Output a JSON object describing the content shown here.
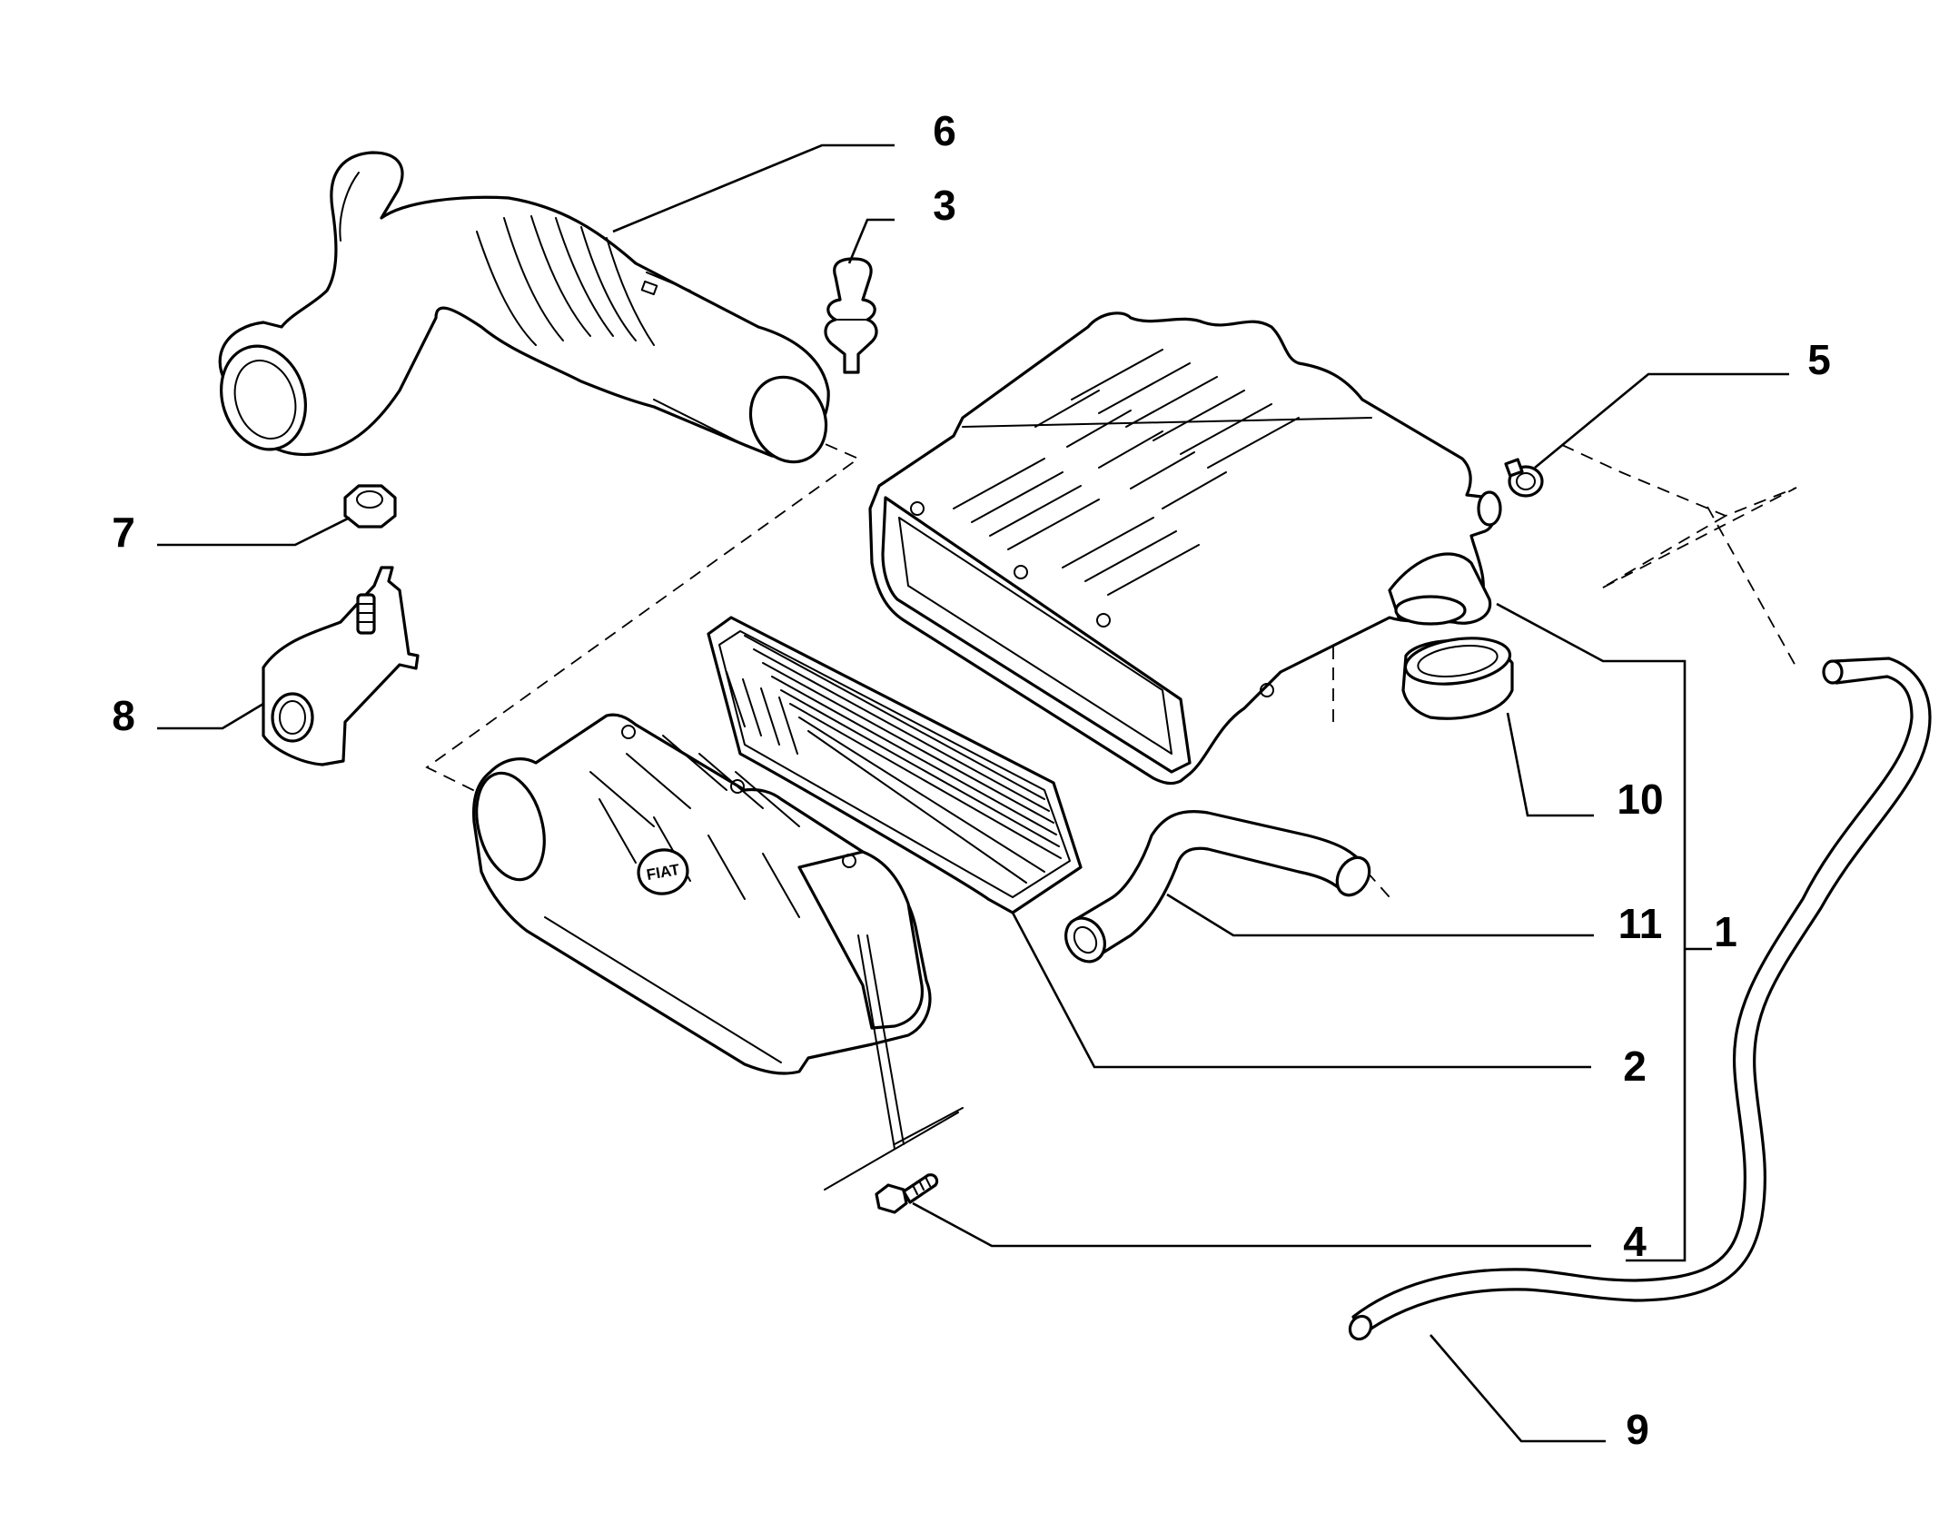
{
  "diagram": {
    "callouts": [
      {
        "id": "c6",
        "label": "6"
      },
      {
        "id": "c3",
        "label": "3"
      },
      {
        "id": "c5",
        "label": "5"
      },
      {
        "id": "c7",
        "label": "7"
      },
      {
        "id": "c8",
        "label": "8"
      },
      {
        "id": "c10",
        "label": "10"
      },
      {
        "id": "c11",
        "label": "11"
      },
      {
        "id": "c1",
        "label": "1"
      },
      {
        "id": "c2",
        "label": "2"
      },
      {
        "id": "c4",
        "label": "4"
      },
      {
        "id": "c9",
        "label": "9"
      }
    ],
    "logo_text": "FIAT"
  }
}
